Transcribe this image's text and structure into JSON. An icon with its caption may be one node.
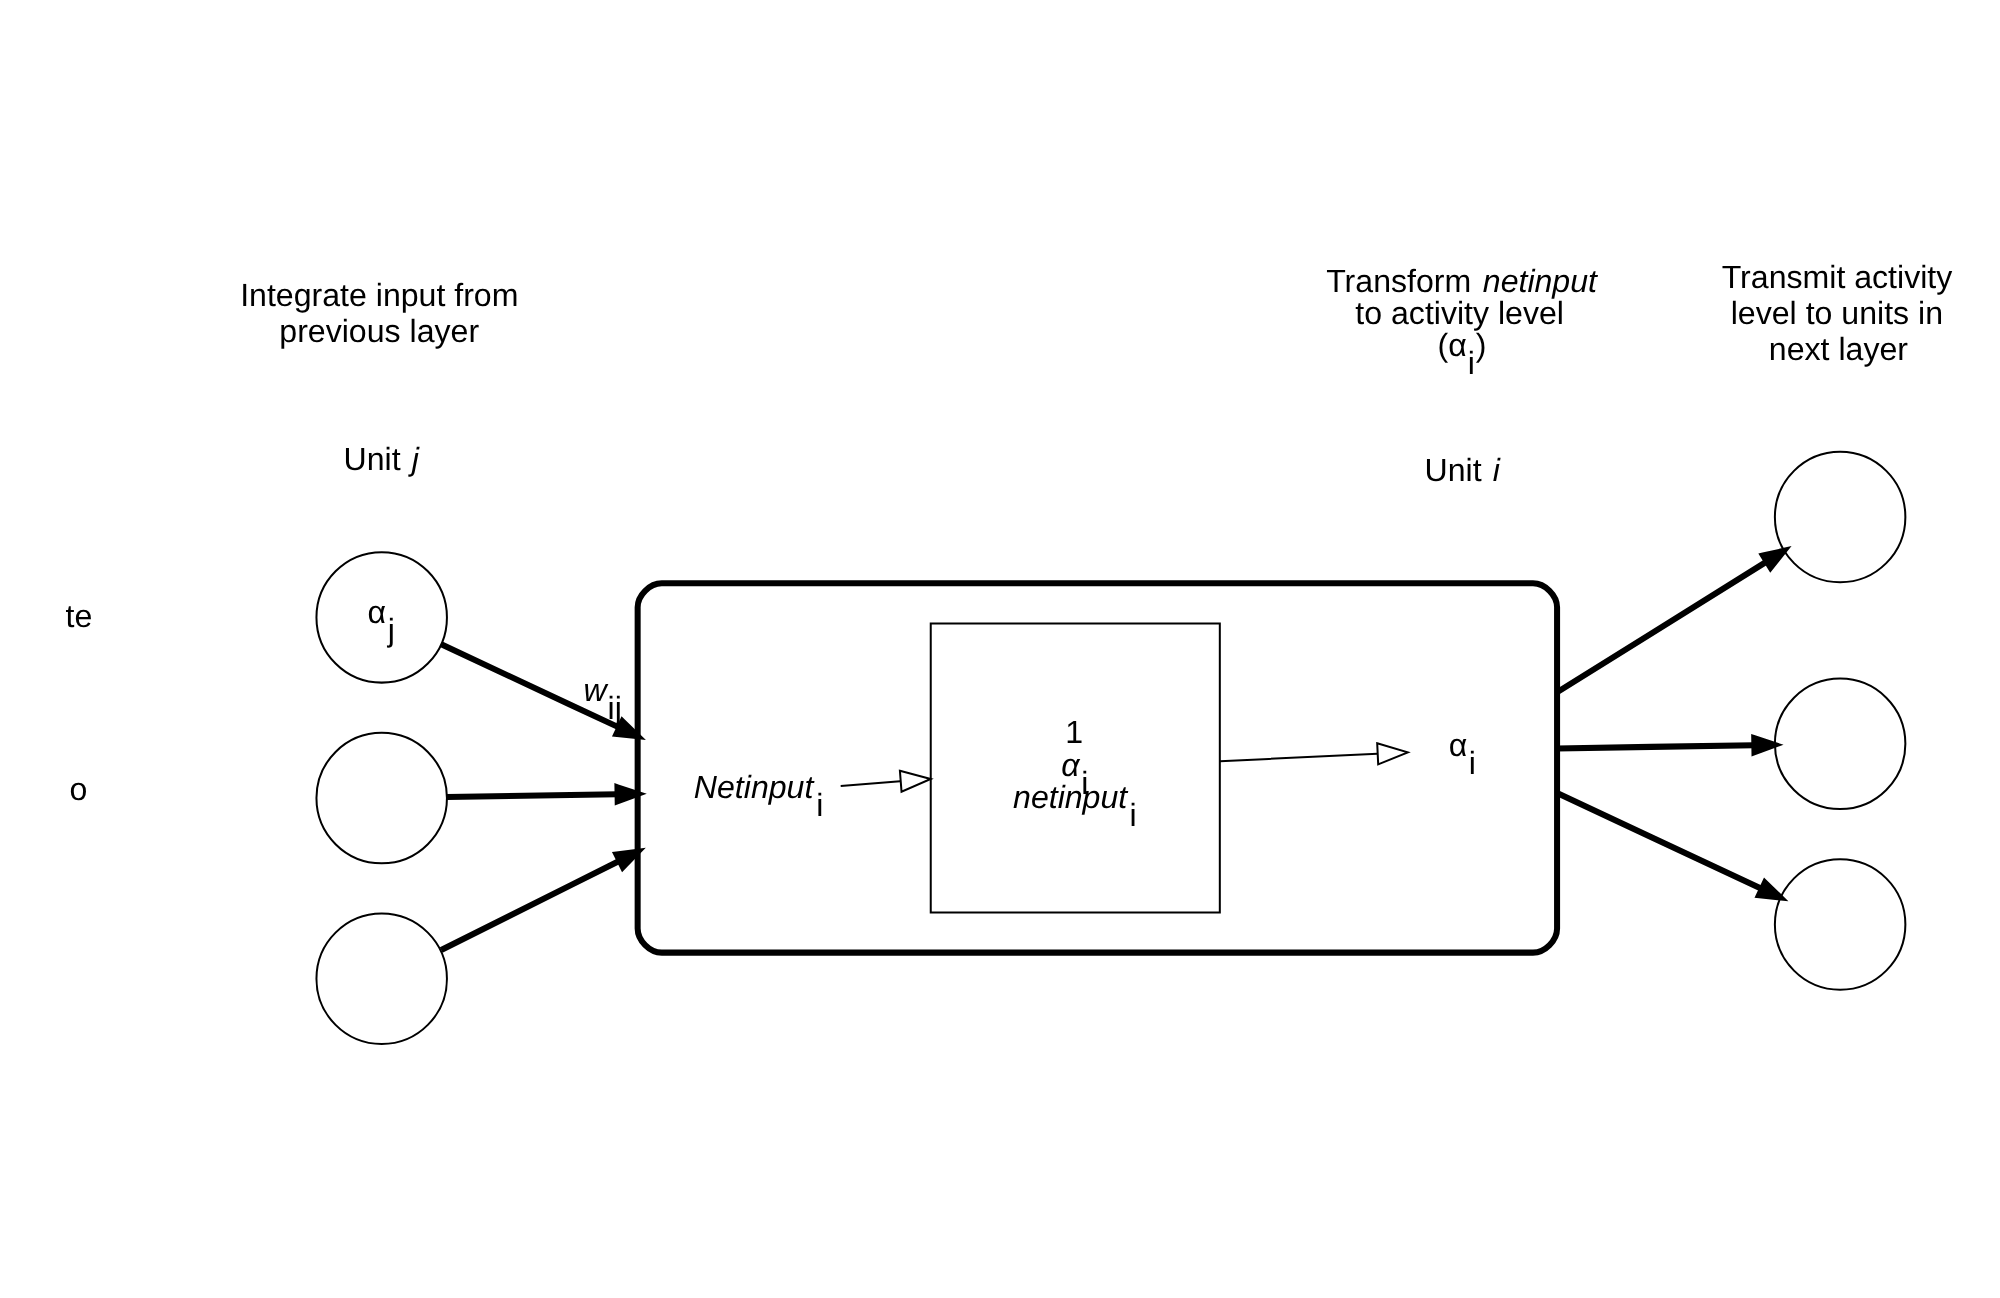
{
  "diagram": {
    "nodes": [
      {
        "text": [
          "α$_{j}$"
        ]
      },
      {
        "text": [],
        "shape": "circle"
      },
      {
        "text": [],
        "shape": "circle"
      },
      {
        "text": [],
        "shape": "ellipse"
      },
      {
        "text": [
          "*Netinput*$_{i}$"
        ],
        "in": 3
      },
      {
        "text": [
          "1",
          "*α*$_{i}$",
          "*netinput*$_{i}$"
        ],
        "in": 3
      },
      {
        "text": [
          "α$_{i}$"
        ],
        "in": 3
      },
      {
        "text": [],
        "shape": "circle"
      },
      {
        "text": [],
        "shape": "circle"
      },
      {
        "text": [],
        "shape": "circle"
      }
    ],
    "edges": [
      {
        "from": 0,
        "to": 3,
        "arrow": "to",
        "label": "*w*$_{ij}$"
      },
      {
        "from": 1,
        "to": 3,
        "arrow": "to"
      },
      {
        "from": 2,
        "to": 3,
        "arrow": "to"
      },
      {
        "from": 4,
        "to": 5,
        "arrow": "to"
      },
      {
        "from": 5,
        "to": 6,
        "arrow": "to"
      },
      {
        "from": 3,
        "to": 7,
        "arrow": "to"
      },
      {
        "from": 3,
        "to": 8,
        "arrow": "to"
      },
      {
        "from": 3,
        "to": 9,
        "arrow": "to"
      }
    ],
    "labels": [
      "Unit *j*",
      "Unit *i*",
      "te",
      "o",
      "Integrate input from previous layer",
      "Transform *netinput* to activity level (α$_{i}$)",
      "Transmit activity level to units in next layer"
    ]
  }
}
